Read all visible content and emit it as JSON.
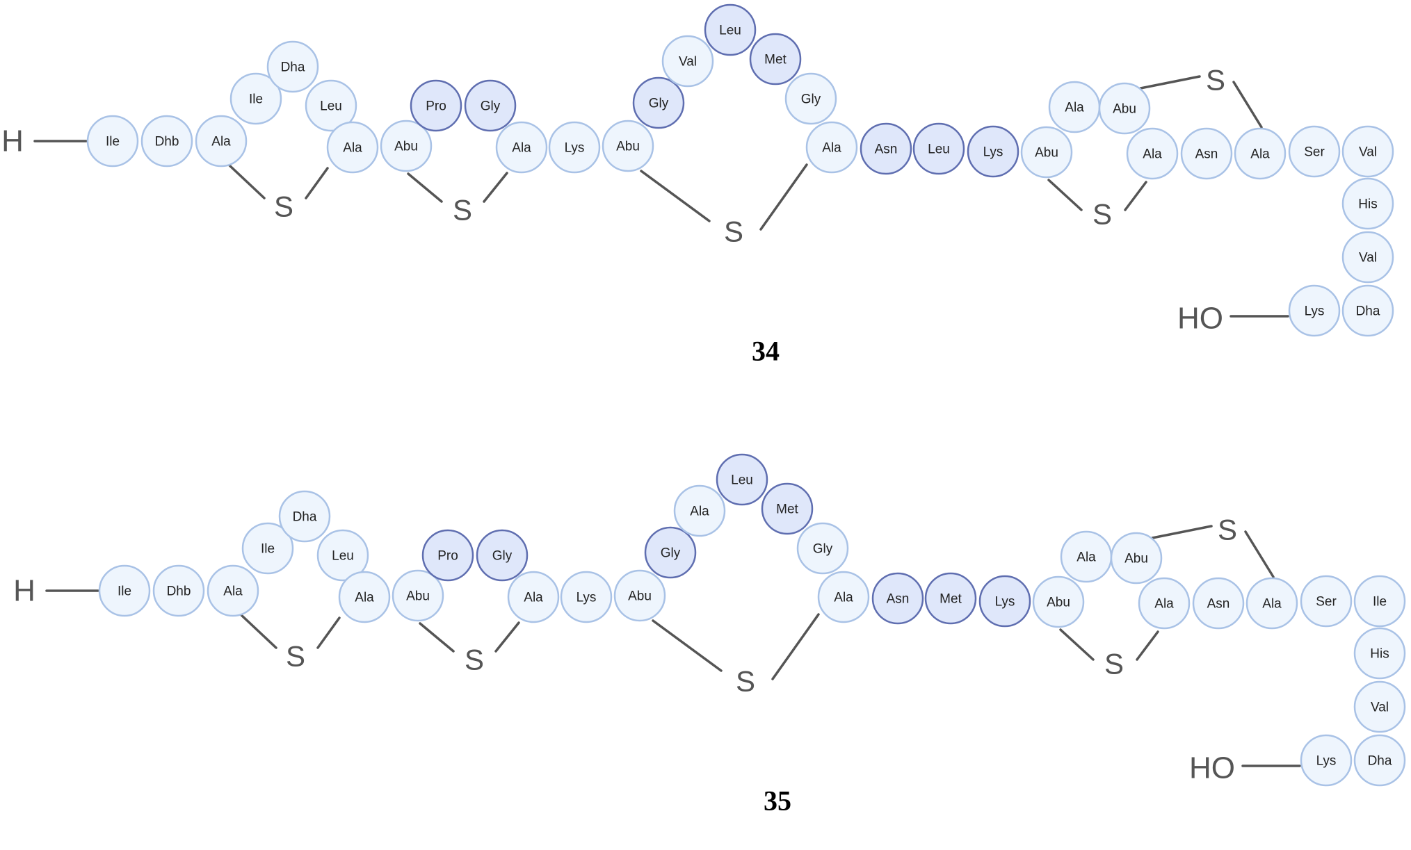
{
  "colors": {
    "normal_fill": "#eef5fd",
    "normal_stroke": "#a9c2e6",
    "highlight_fill": "#dfe7fa",
    "highlight_stroke": "#5f6eb0",
    "text": "#222222",
    "sulfur": "#555555",
    "bond": "#555555"
  },
  "molecules": [
    {
      "number": "34",
      "n_terminus": "H",
      "c_terminus": "HO",
      "sulfur_label": "S",
      "residues": [
        "Ile",
        "Dhb",
        "Ala",
        "Ile",
        "Dha",
        "Leu",
        "Ala",
        "Abu",
        "Pro",
        "Gly",
        "Ala",
        "Lys",
        "Abu",
        "Gly",
        "Val",
        "Leu",
        "Met",
        "Gly",
        "Ala",
        "Asn",
        "Leu",
        "Lys",
        "Abu",
        "Ala",
        "Abu",
        "Ala",
        "Asn",
        "Ala",
        "Ser",
        "Val",
        "His",
        "Val",
        "Dha",
        "Lys"
      ],
      "highlighted_positions": [
        9,
        10,
        14,
        16,
        17,
        20,
        21,
        22
      ]
    },
    {
      "number": "35",
      "n_terminus": "H",
      "c_terminus": "HO",
      "sulfur_label": "S",
      "residues": [
        "Ile",
        "Dhb",
        "Ala",
        "Ile",
        "Dha",
        "Leu",
        "Ala",
        "Abu",
        "Pro",
        "Gly",
        "Ala",
        "Lys",
        "Abu",
        "Gly",
        "Ala",
        "Leu",
        "Met",
        "Gly",
        "Ala",
        "Asn",
        "Met",
        "Lys",
        "Abu",
        "Ala",
        "Abu",
        "Ala",
        "Asn",
        "Ala",
        "Ser",
        "Ile",
        "His",
        "Val",
        "Dha",
        "Lys"
      ],
      "highlighted_positions": [
        9,
        10,
        14,
        16,
        17,
        20,
        21,
        22
      ]
    }
  ],
  "thioether_bridges": [
    [
      3,
      7
    ],
    [
      8,
      11
    ],
    [
      13,
      19
    ],
    [
      23,
      26
    ],
    [
      25,
      28
    ]
  ]
}
